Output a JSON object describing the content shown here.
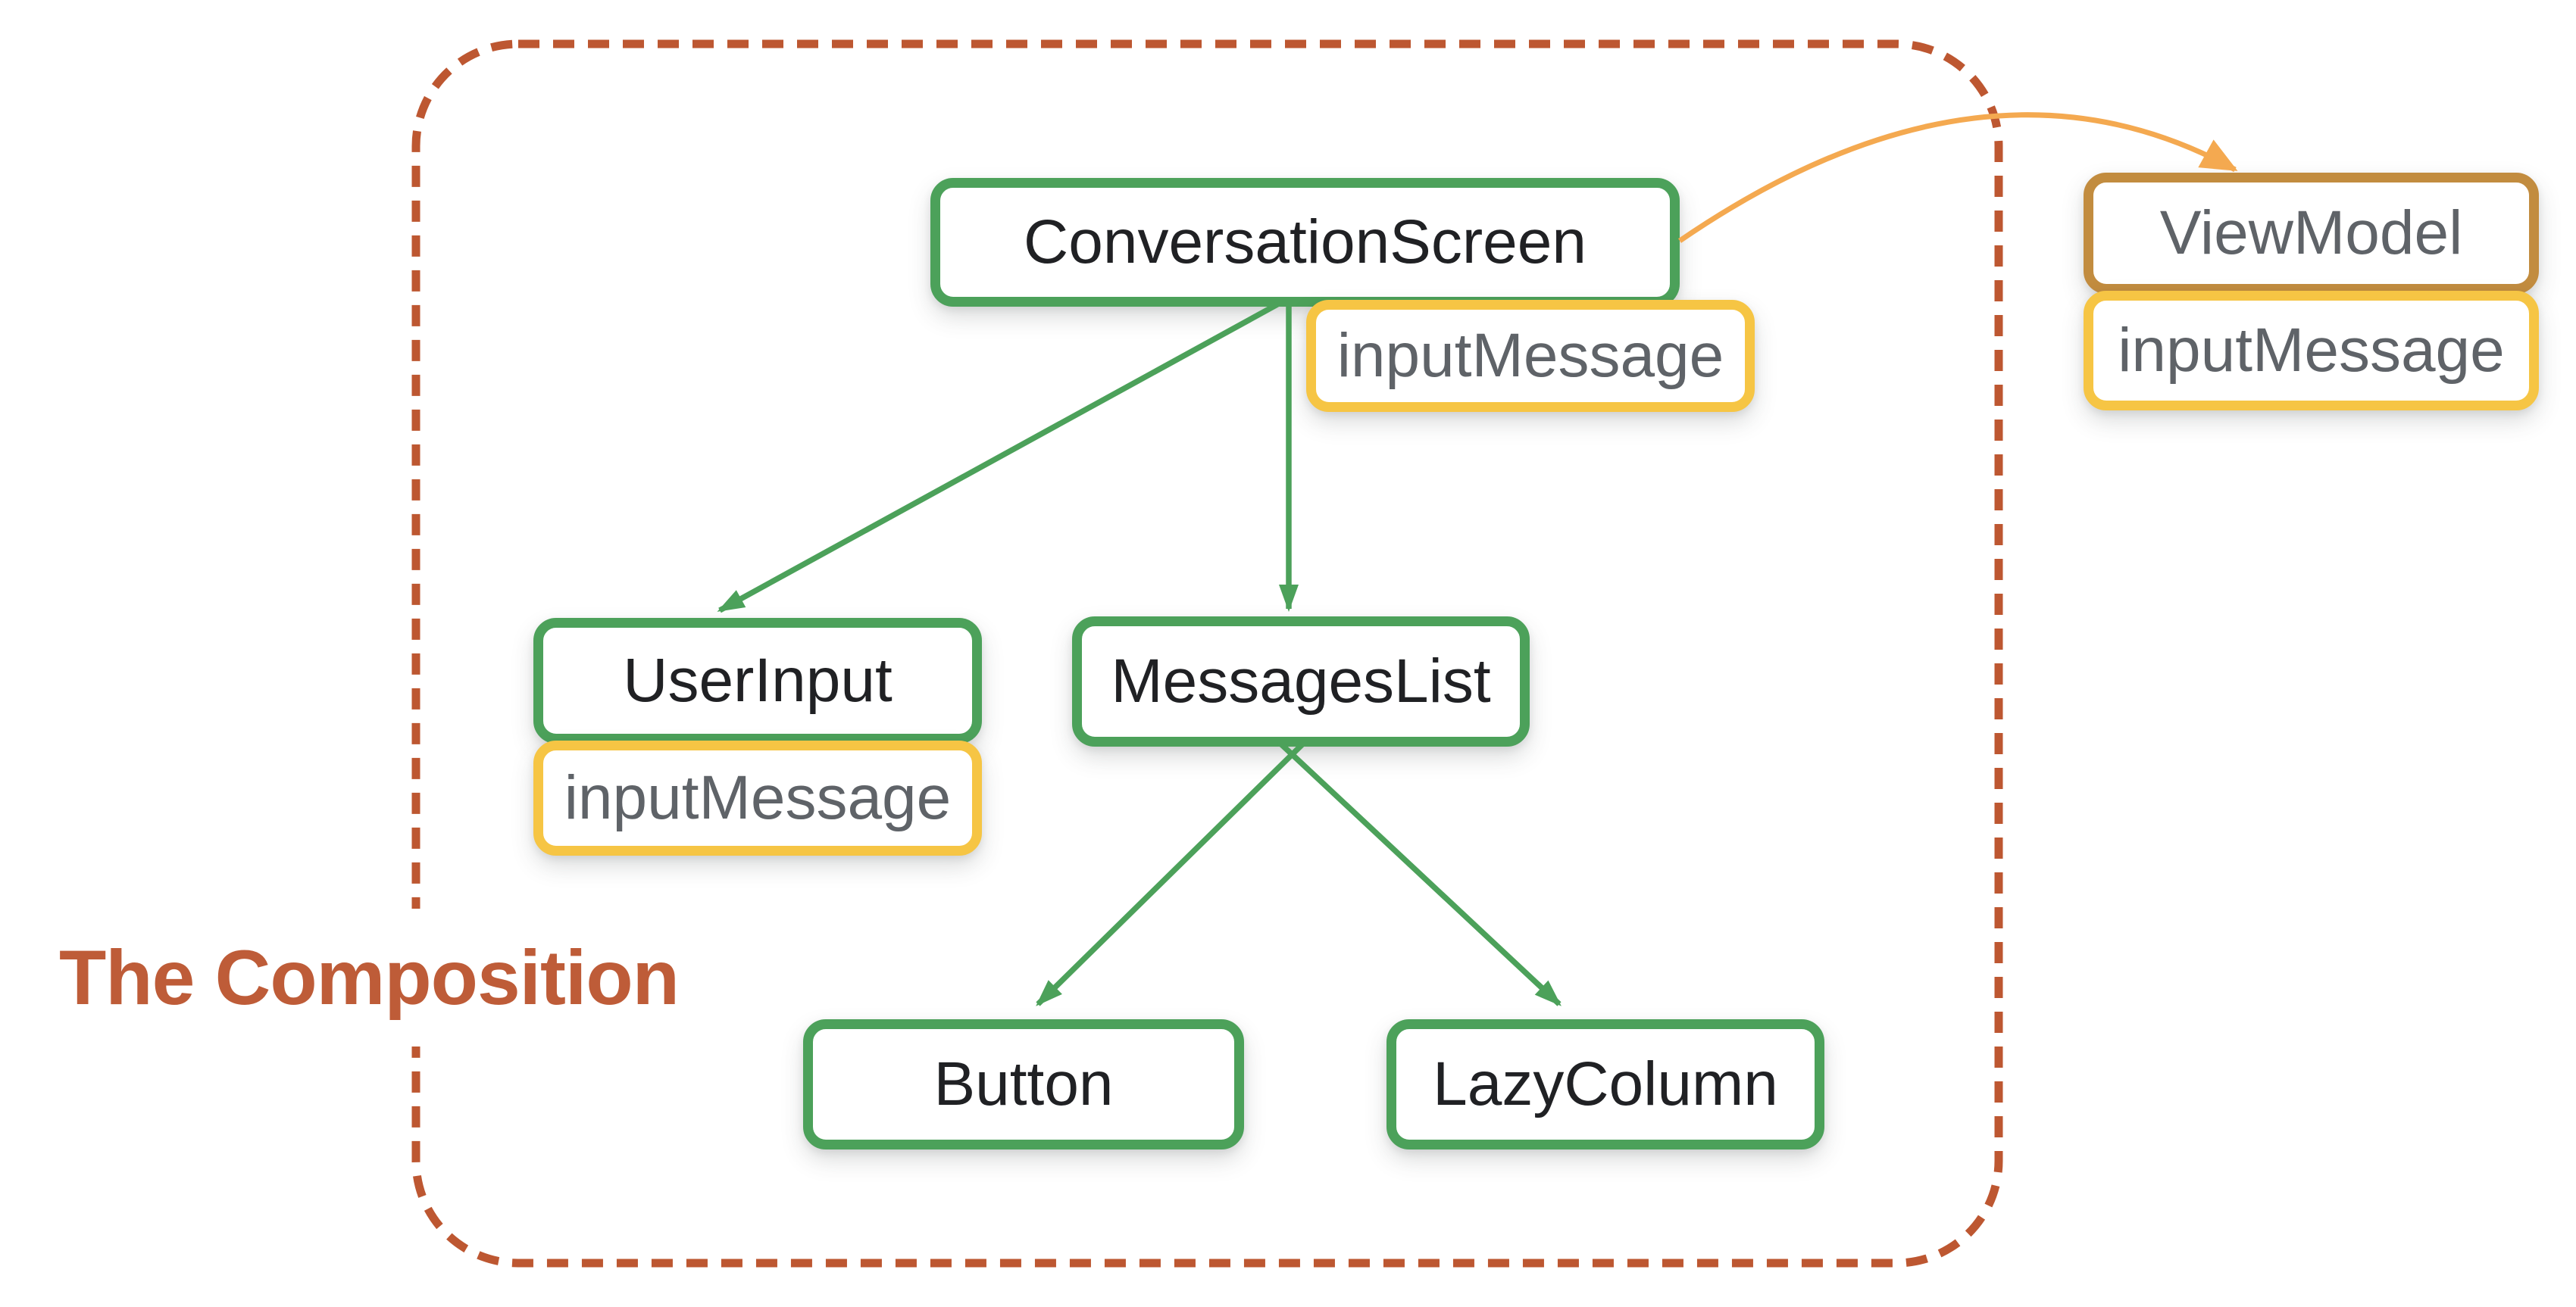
{
  "title": {
    "text": "The Composition"
  },
  "colors": {
    "green": "#4CA15A",
    "yellow": "#F6C544",
    "brown": "#C28C3F",
    "orange": "#F4A950",
    "rust": "#BD5731",
    "title": "#BE5C38",
    "gray-text": "#5F6368",
    "dark-text": "#202124"
  },
  "nodes": {
    "conversation_screen": {
      "label": "ConversationScreen",
      "kind": "composable"
    },
    "input_message_top": {
      "label": "inputMessage",
      "kind": "state"
    },
    "user_input": {
      "label": "UserInput",
      "kind": "composable"
    },
    "input_message_left": {
      "label": "inputMessage",
      "kind": "state"
    },
    "messages_list": {
      "label": "MessagesList",
      "kind": "composable"
    },
    "button": {
      "label": "Button",
      "kind": "composable"
    },
    "lazy_column": {
      "label": "LazyColumn",
      "kind": "composable"
    },
    "view_model": {
      "label": "ViewModel",
      "kind": "viewmodel"
    },
    "input_message_vm": {
      "label": "inputMessage",
      "kind": "state"
    }
  },
  "edges": [
    {
      "from": "ConversationScreen",
      "to": "UserInput",
      "style": "green-arrow"
    },
    {
      "from": "ConversationScreen",
      "to": "MessagesList",
      "style": "green-arrow"
    },
    {
      "from": "MessagesList",
      "to": "Button",
      "style": "green-arrow"
    },
    {
      "from": "MessagesList",
      "to": "LazyColumn",
      "style": "green-arrow"
    },
    {
      "from": "ConversationScreen",
      "to": "ViewModel",
      "style": "orange-curved-arrow"
    }
  ]
}
